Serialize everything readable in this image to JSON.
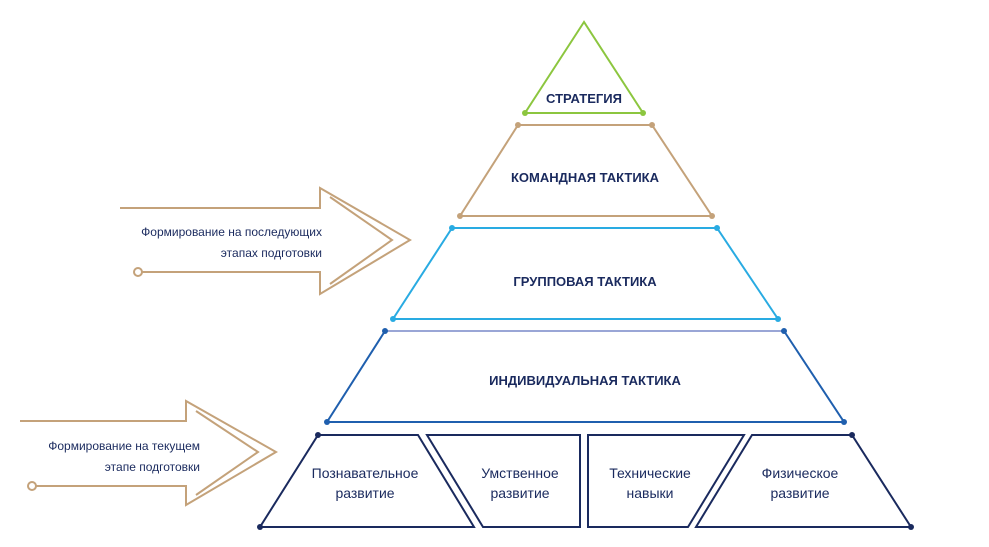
{
  "levels": {
    "strategy": "СТРАТЕГИЯ",
    "team": "КОМАНДНАЯ ТАКТИКА",
    "group": "ГРУППОВАЯ ТАКТИКА",
    "individual": "ИНДИВИДУАЛЬНАЯ ТАКТИКА"
  },
  "base": [
    {
      "line1": "Познавательное",
      "line2": "развитие"
    },
    {
      "line1": "Умственное",
      "line2": "развитие"
    },
    {
      "line1": "Технические",
      "line2": "навыки"
    },
    {
      "line1": "Физическое",
      "line2": "развитие"
    }
  ],
  "arrows": {
    "later": {
      "line1": "Формирование на последующих",
      "line2": "этапах подготовки"
    },
    "current": {
      "line1": "Формирование на текущем",
      "line2": "этапе подготовки"
    }
  },
  "colors": {
    "strategy": "#8cc63f",
    "team": "#c4a27a",
    "group": "#29abe2",
    "individual": "#1f5fae",
    "base": "#1a2a5e",
    "arrow": "#c4a27a"
  }
}
